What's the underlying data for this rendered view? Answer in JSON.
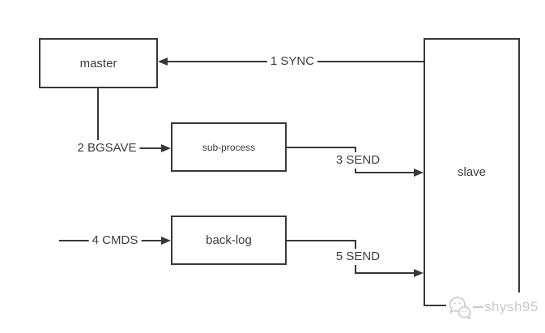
{
  "diagram": {
    "nodes": {
      "master": {
        "label": "master"
      },
      "sub_process": {
        "label": "sub-process"
      },
      "back_log": {
        "label": "back-log"
      },
      "slave": {
        "label": "slave"
      }
    },
    "edges": {
      "sync": {
        "label": "1 SYNC",
        "from": "slave",
        "to": "master"
      },
      "bgsave": {
        "label": "2 BGSAVE",
        "from": "master",
        "to": "sub-process"
      },
      "send3": {
        "label": "3 SEND",
        "from": "sub-process",
        "to": "slave"
      },
      "cmds": {
        "label": "4 CMDS",
        "from": "external",
        "to": "back-log"
      },
      "send5": {
        "label": "5 SEND",
        "from": "back-log",
        "to": "slave"
      }
    },
    "colors": {
      "line": "#383838",
      "text": "#3d3d3d",
      "watermark": "#c9c9c9",
      "background": "#ffffff"
    }
  },
  "watermark": {
    "label": "shysh95"
  }
}
